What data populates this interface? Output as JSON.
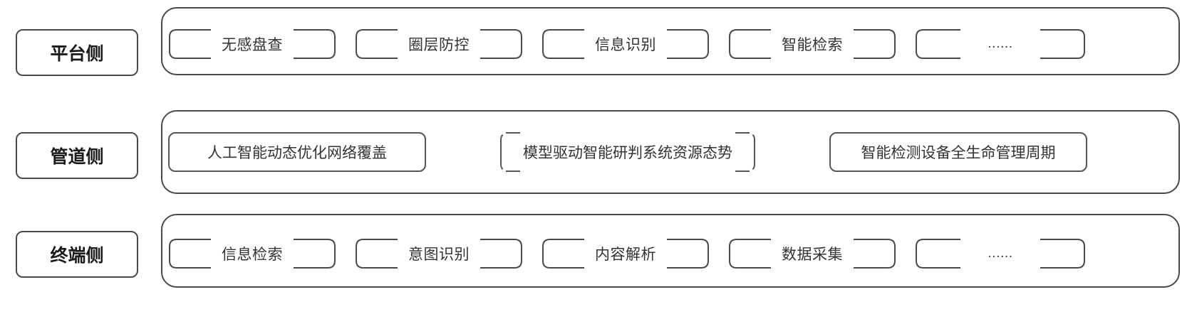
{
  "layers": {
    "platform": {
      "label": "平台侧",
      "items": [
        "无感盘查",
        "圈层防控",
        "信息识别",
        "智能检索",
        "......"
      ]
    },
    "pipeline": {
      "label": "管道侧",
      "items": [
        "人工智能动态优化网络覆盖",
        "模型驱动智能研判系统资源态势",
        "智能检测设备全生命管理周期"
      ]
    },
    "terminal": {
      "label": "终端侧",
      "items": [
        "信息检索",
        "意图识别",
        "内容解析",
        "数据采集",
        "......"
      ]
    }
  }
}
